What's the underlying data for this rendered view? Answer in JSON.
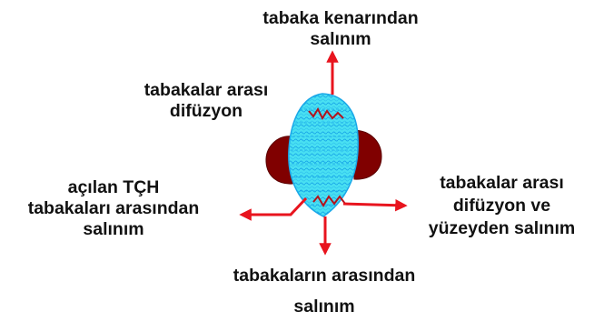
{
  "labels": {
    "edge_release": {
      "line1": "tabaka kenarından",
      "line2": "salınım"
    },
    "interlayer_diffusion": {
      "line1": "tabakalar arası",
      "line2": "difüzyon"
    },
    "opened_layers_release": {
      "line1": "açılan TÇH",
      "line2": "tabakaları arasından",
      "line3": "salınım"
    },
    "diffusion_surface_release": {
      "line1": "tabakalar arası",
      "line2": "difüzyon  ve",
      "line3": "yüzeyden salınım"
    },
    "between_layers_release": {
      "line1": "tabakaların arasından",
      "line2": "salınım"
    }
  },
  "colors": {
    "arrow": "#e8141e",
    "particle_fill": "#49e0f2",
    "particle_stroke": "#1aa8e8",
    "side_lobes": "#800000",
    "path_line": "#b3121c",
    "text": "#111111"
  }
}
